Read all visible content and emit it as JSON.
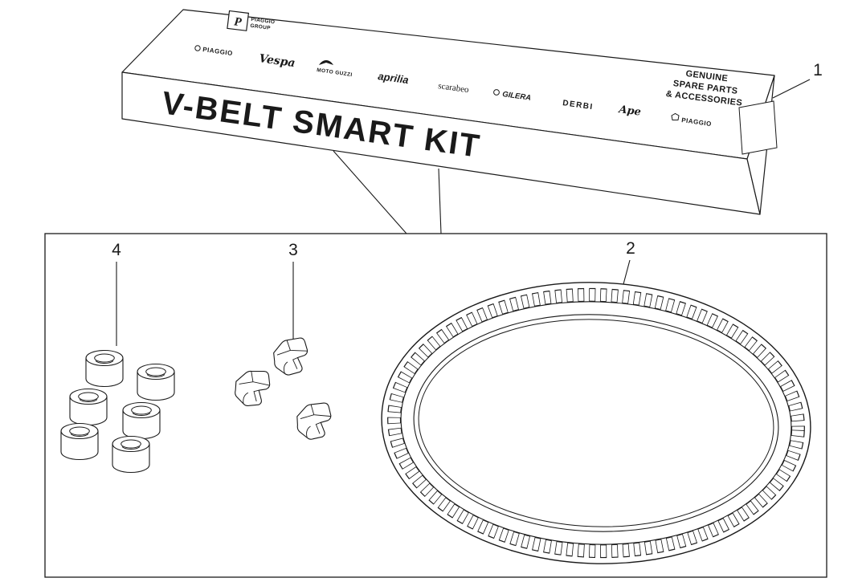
{
  "colors": {
    "ink": "#1a1a1a",
    "paper": "#ffffff"
  },
  "kit_box": {
    "title": "V-BELT SMART KIT",
    "genuine_label": {
      "line1": "GENUINE",
      "line2": "SPARE PARTS",
      "line3": "& ACCESSORIES"
    },
    "group_logo": {
      "initial": "P",
      "name_line1": "PIAGGIO",
      "name_line2": "GROUP"
    },
    "brands": [
      "PIAGGIO",
      "Vespa",
      "MOTO GUZZI",
      "aprilia",
      "scarabeo",
      "GILERA",
      "DERBI",
      "Ape",
      "PIAGGIO"
    ]
  },
  "callouts": {
    "kit_box": "1",
    "belt": "2",
    "sliders": "3",
    "rollers": "4"
  }
}
